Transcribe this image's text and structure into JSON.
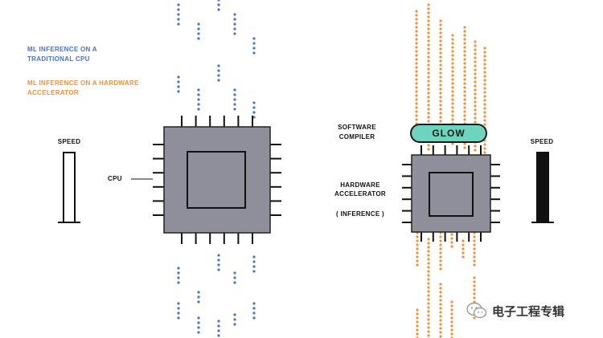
{
  "legend": {
    "traditional": "ML INFERENCE ON A TRADITIONAL CPU",
    "accelerator": "ML INFERENCE ON A HARDWARE ACCELERATOR"
  },
  "left": {
    "speed_label": "SPEED",
    "chip_label": "CPU"
  },
  "right": {
    "software_compiler": "SOFTWARE COMPILER",
    "glow": "GLOW",
    "hardware_accelerator": "HARDWARE ACCELERATOR",
    "inference": "( INFERENCE )",
    "speed_label": "SPEED"
  },
  "colors": {
    "blue_dots": "#4a73c8",
    "orange_dots": "#f0913a",
    "chip": "#8f8f9c",
    "glow": "#6dd4bd"
  },
  "speed": {
    "cpu": 0.0,
    "accelerator": 1.0
  },
  "watermark": {
    "text": "电子工程专辑",
    "icon": "wechat-icon"
  }
}
